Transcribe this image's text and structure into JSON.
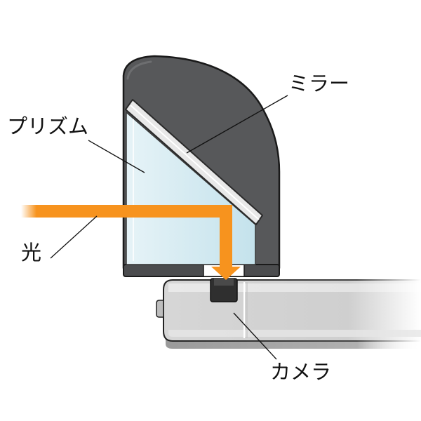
{
  "labels": {
    "mirror": "ミラー",
    "prism": "プリズム",
    "light": "光",
    "camera": "カメラ"
  },
  "colors": {
    "housing": "#57585a",
    "housing_outline": "#1a1a1a",
    "prism_fill": "#cfe7ef",
    "light_beam": "#f7931e",
    "phone_body": "#d4d4d4",
    "mirror_fill": "#e8e8e8"
  }
}
